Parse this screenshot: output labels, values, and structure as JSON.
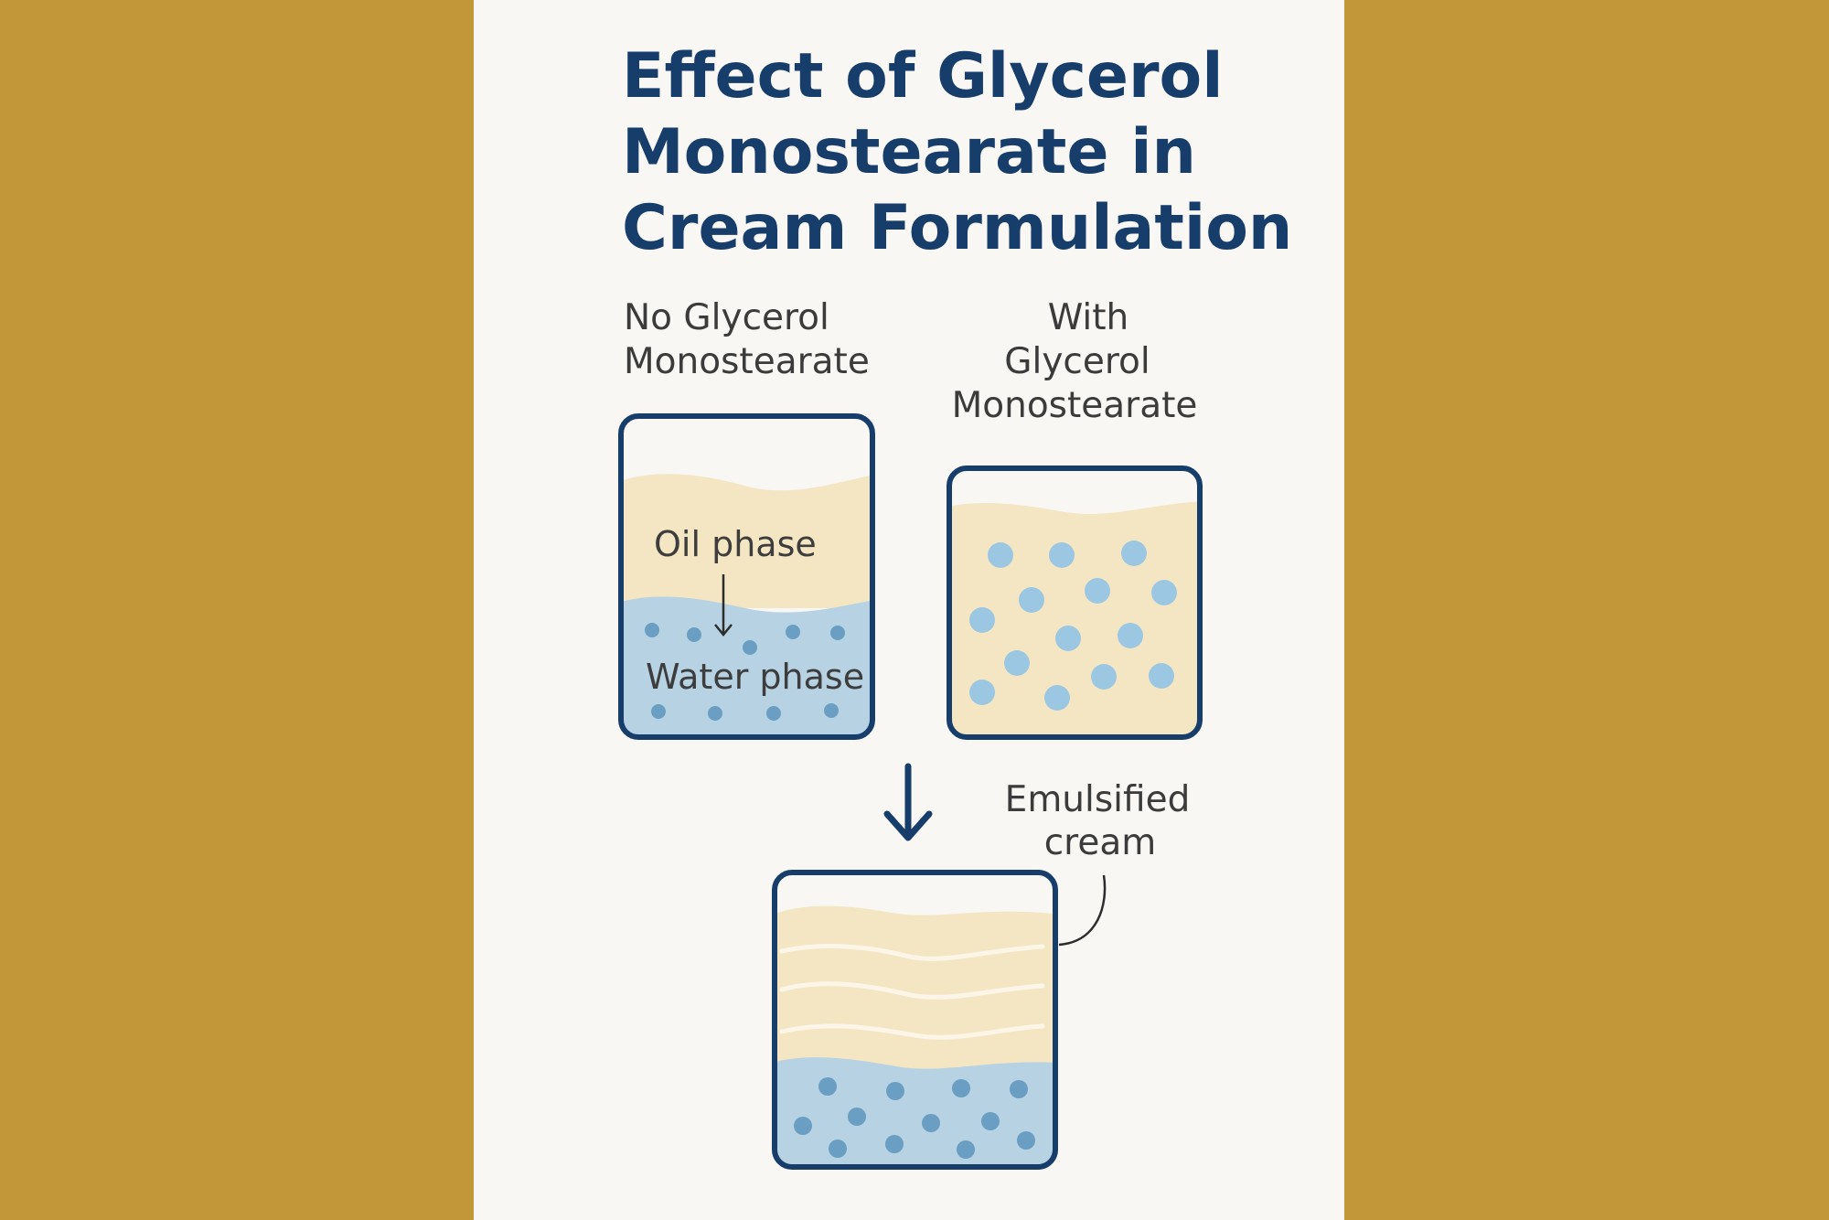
{
  "title": {
    "line1": "Effect of Glycerol",
    "line2": "Monostearate in",
    "line3": "Cream Formulation"
  },
  "left_heading": {
    "line1": "No Glycerol",
    "line2": "Monostearate"
  },
  "right_heading": {
    "line1": "With",
    "line2": "Glycerol",
    "line3": "Monostearate"
  },
  "labels": {
    "oil_phase": "Oil phase",
    "water_phase": "Water phase"
  },
  "result_label": {
    "line1": "Emulsified",
    "line2": "cream"
  },
  "colors": {
    "background": "#c1973a",
    "panel": "#f8f7f3",
    "title": "#173d6b",
    "container_outline": "#173d6b",
    "oil_phase": "#f4e6c3",
    "water_phase": "#b6d2e3",
    "droplet_dark": "#6a9ec2",
    "droplet_light": "#9cc7e2"
  }
}
